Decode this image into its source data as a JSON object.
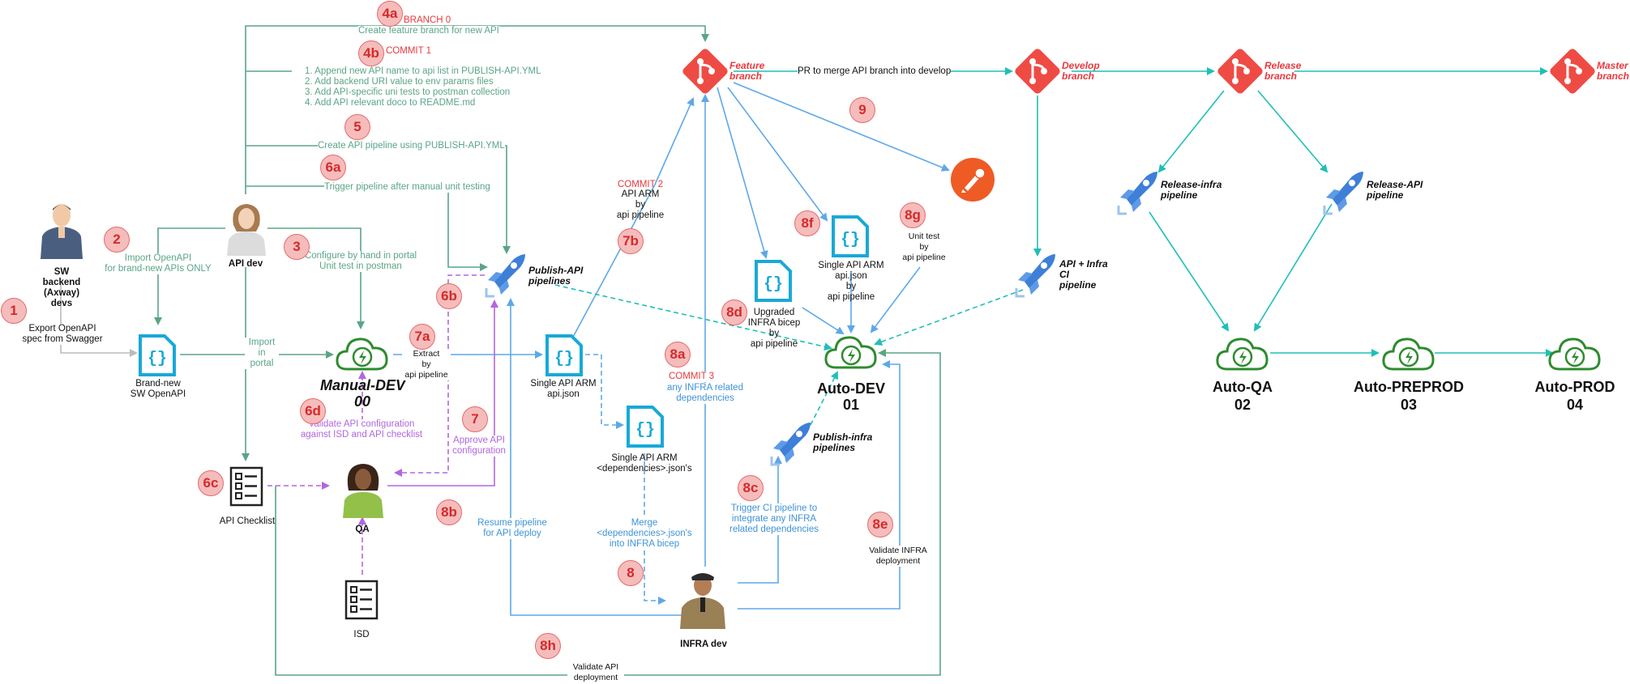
{
  "actors": {
    "sw_devs": "SW\nbackend\n(Axway)\ndevs",
    "api_dev": "API dev",
    "qa": "QA",
    "infra_dev": "INFRA dev"
  },
  "nodes": {
    "openapi": "Brand-new\nSW OpenAPI",
    "manual_dev_name": "Manual-DEV",
    "manual_dev_num": "00",
    "auto_dev_name": "Auto-DEV",
    "auto_dev_num": "01",
    "auto_qa_name": "Auto-QA",
    "auto_qa_num": "02",
    "auto_preprod_name": "Auto-PREPROD",
    "auto_preprod_num": "03",
    "auto_prod_name": "Auto-PROD",
    "auto_prod_num": "04",
    "api_checklist": "API Checklist",
    "isd": "ISD",
    "single_arm_api": "Single API ARM\napi.json",
    "single_arm_deps": "Single API ARM\n<dependencies>.json's",
    "upgraded_infra": "Upgraded\nINFRA bicep\nby\napi pipeline",
    "single_arm_api_pipeline": "Single API ARM\napi.json\nby\napi pipeline",
    "unit_test": "Unit test\nby\napi pipeline",
    "api_arm_by_pipeline": "API ARM\nby\napi pipeline"
  },
  "branches": {
    "feature": "Feature\nbranch",
    "develop": "Develop\nbranch",
    "release": "Release\nbranch",
    "master": "Master\nbranch"
  },
  "pipelines": {
    "publish_api": "Publish-API\npipelines",
    "publish_infra": "Publish-infra\npipelines",
    "api_infra_ci": "API + Infra\nCI\npipeline",
    "release_infra": "Release-infra\npipeline",
    "release_api": "Release-API\npipeline"
  },
  "steps": {
    "s1": "1",
    "s2": "2",
    "s3": "3",
    "s4a": "4a",
    "s4b": "4b",
    "s5": "5",
    "s6a": "6a",
    "s6b": "6b",
    "s6c": "6c",
    "s6d": "6d",
    "s7": "7",
    "s7a": "7a",
    "s7b": "7b",
    "s8": "8",
    "s8a": "8a",
    "s8b": "8b",
    "s8c": "8c",
    "s8d": "8d",
    "s8e": "8e",
    "s8f": "8f",
    "s8g": "8g",
    "s8h": "8h",
    "s9": "9"
  },
  "labels": {
    "export_openapi": "Export OpenAPI\nspec from Swagger",
    "import_openapi": "Import OpenAPI\nfor brand-new APIs ONLY",
    "configure_portal": "Configure by hand in portal\nUnit test in postman",
    "import_portal": "Import\nin\nportal",
    "branch0": "BRANCH 0",
    "create_feature": "Create feature branch for new API",
    "commit1": "COMMIT 1",
    "commit1_items": "1. Append new API name to api list in PUBLISH-API.YML\n2. Add backend URI value to env params files\n3. Add API-specific uni tests to postman collection\n4. Add API relevant doco to README.md",
    "create_pipeline": "Create API pipeline using PUBLISH-API.YML",
    "trigger_pipeline": "Trigger pipeline after manual unit testing",
    "commit2": "COMMIT 2",
    "commit3": "COMMIT 3",
    "commit3_detail": "any INFRA related\ndependencies",
    "extract": "Extract\nby\napi pipeline",
    "validate_api_config": "Validate API configuration\nagainst ISD and API checklist",
    "approve_api": "Approve API\nconfiguration",
    "resume_pipeline": "Resume pipeline\nfor API deploy",
    "merge_deps": "Merge\n<dependencies>.json's\ninto INFRA bicep",
    "trigger_ci": "Trigger CI pipeline to\nintegrate any INFRA\nrelated dependencies",
    "validate_infra": "Validate INFRA\ndeployment",
    "validate_api_deploy": "Validate API\ndeployment",
    "pr_merge": "PR to merge API branch into develop"
  },
  "colors": {
    "green": "#5aa586",
    "blue": "#5ea8e8",
    "purple": "#b266e0",
    "teal": "#1fbfb8",
    "red": "#e8393e",
    "cloud_green": "#2e8b2e",
    "json_cyan": "#18a9d8",
    "pipeline_blue": "#3e7fd8",
    "badge_fill": "#f5bcbc"
  }
}
